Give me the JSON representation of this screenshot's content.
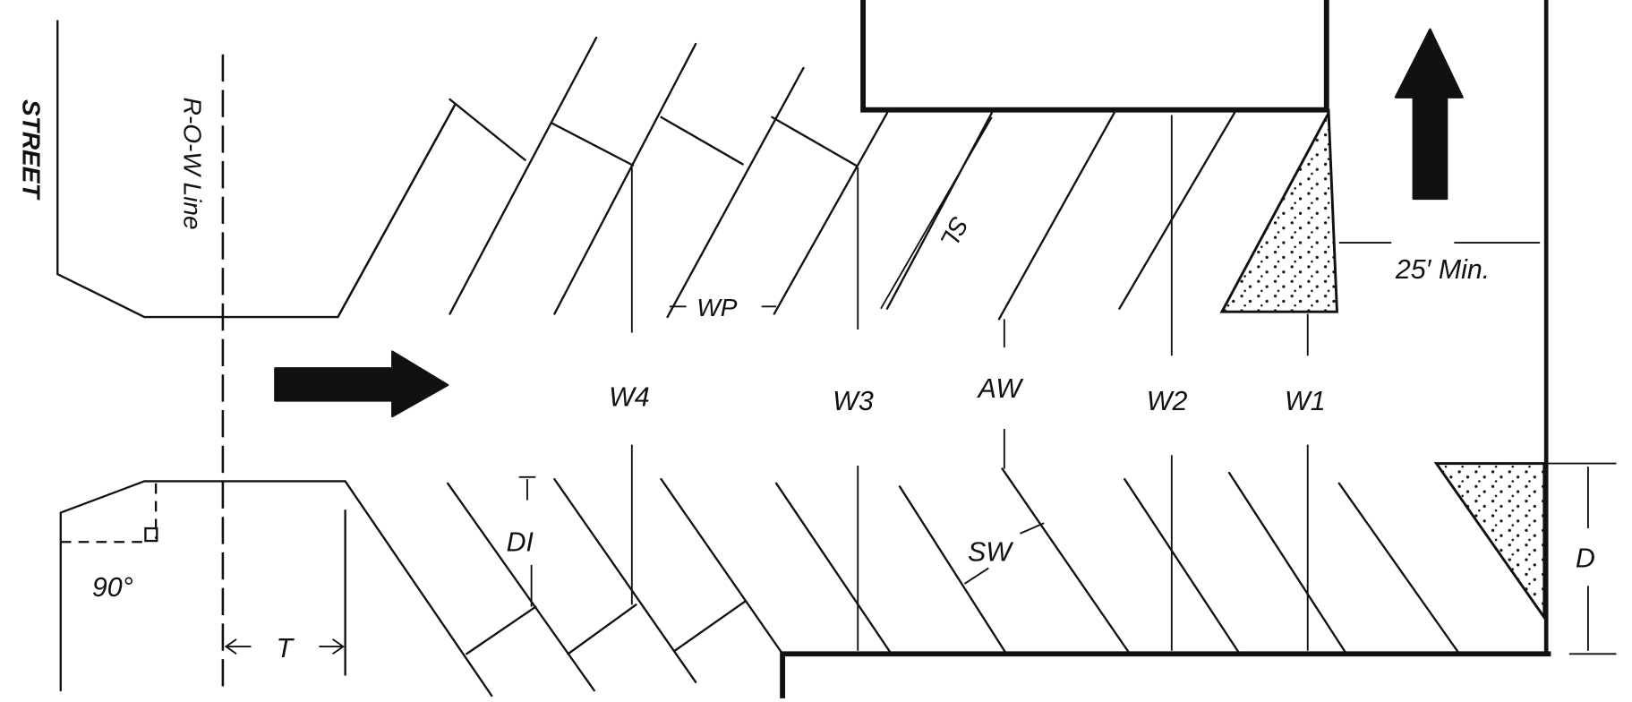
{
  "diagram": {
    "title": "Angled parking layout dimension diagram",
    "labels": {
      "street": "STREET",
      "row_line": "R-O-W Line",
      "angle": "90°",
      "throat": "T",
      "wp": "WP",
      "sl": "SL",
      "w4": "W4",
      "w3": "W3",
      "aw": "AW",
      "w2": "W2",
      "w1": "W1",
      "di": "DI",
      "sw": "SW",
      "min_25": "25′ Min.",
      "d": "D"
    },
    "icons": {
      "flow_arrow_right": "arrow-right-icon",
      "flow_arrow_up": "arrow-up-icon"
    },
    "colors": {
      "ink": "#111111",
      "background": "#ffffff"
    }
  }
}
